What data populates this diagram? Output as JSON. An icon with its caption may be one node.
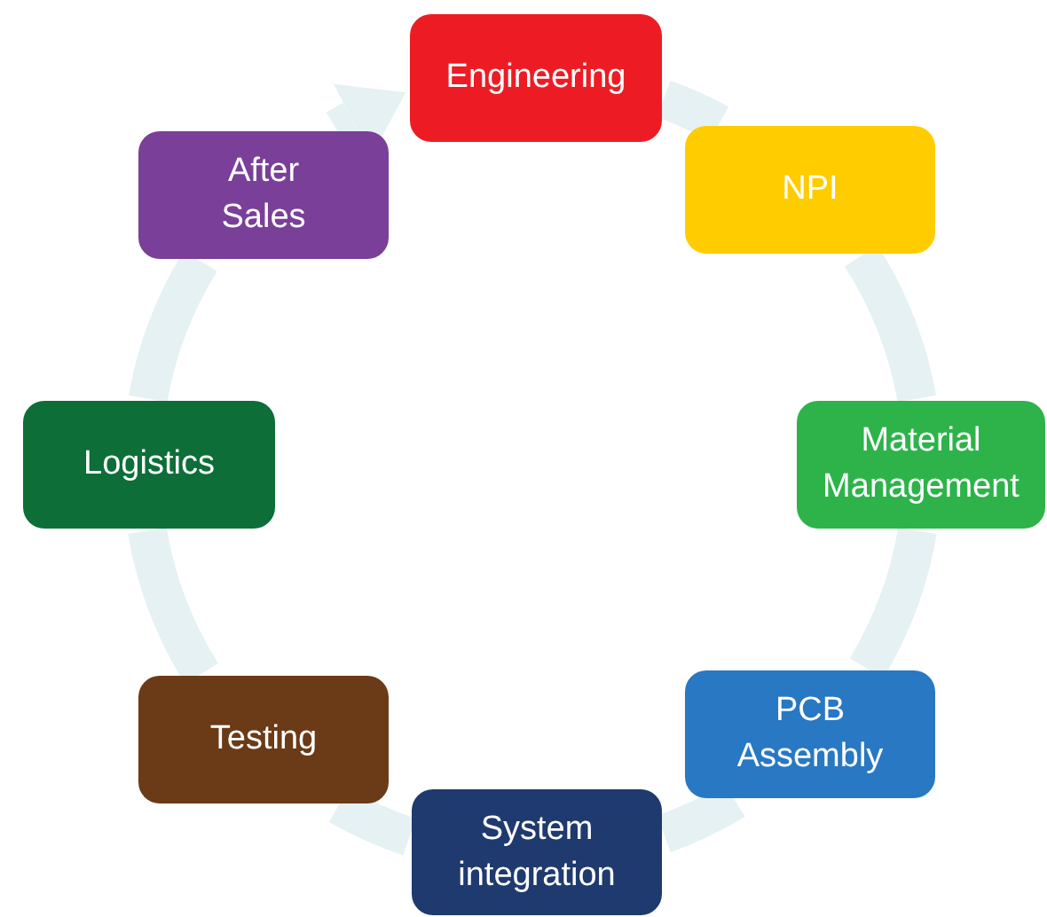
{
  "diagram": {
    "nodes": [
      {
        "text": [
          "Engineering"
        ]
      },
      {
        "text": [
          "NPI"
        ]
      },
      {
        "text": [
          "Material Management"
        ]
      },
      {
        "text": [
          "PCB Assembly"
        ]
      },
      {
        "text": [
          "System integration"
        ]
      },
      {
        "text": [
          "Testing"
        ]
      },
      {
        "text": [
          "Logistics"
        ]
      },
      {
        "text": [
          "After Sales"
        ]
      }
    ],
    "edges": [
      {
        "from": 0,
        "to": 1,
        "arrow": "none"
      },
      {
        "from": 1,
        "to": 2,
        "arrow": "none"
      },
      {
        "from": 2,
        "to": 3,
        "arrow": "none"
      },
      {
        "from": 3,
        "to": 4,
        "arrow": "none"
      },
      {
        "from": 4,
        "to": 5,
        "arrow": "none"
      },
      {
        "from": 5,
        "to": 6,
        "arrow": "none"
      },
      {
        "from": 6,
        "to": 7,
        "arrow": "none"
      },
      {
        "from": 7,
        "to": 0,
        "arrow": "to"
      }
    ]
  }
}
